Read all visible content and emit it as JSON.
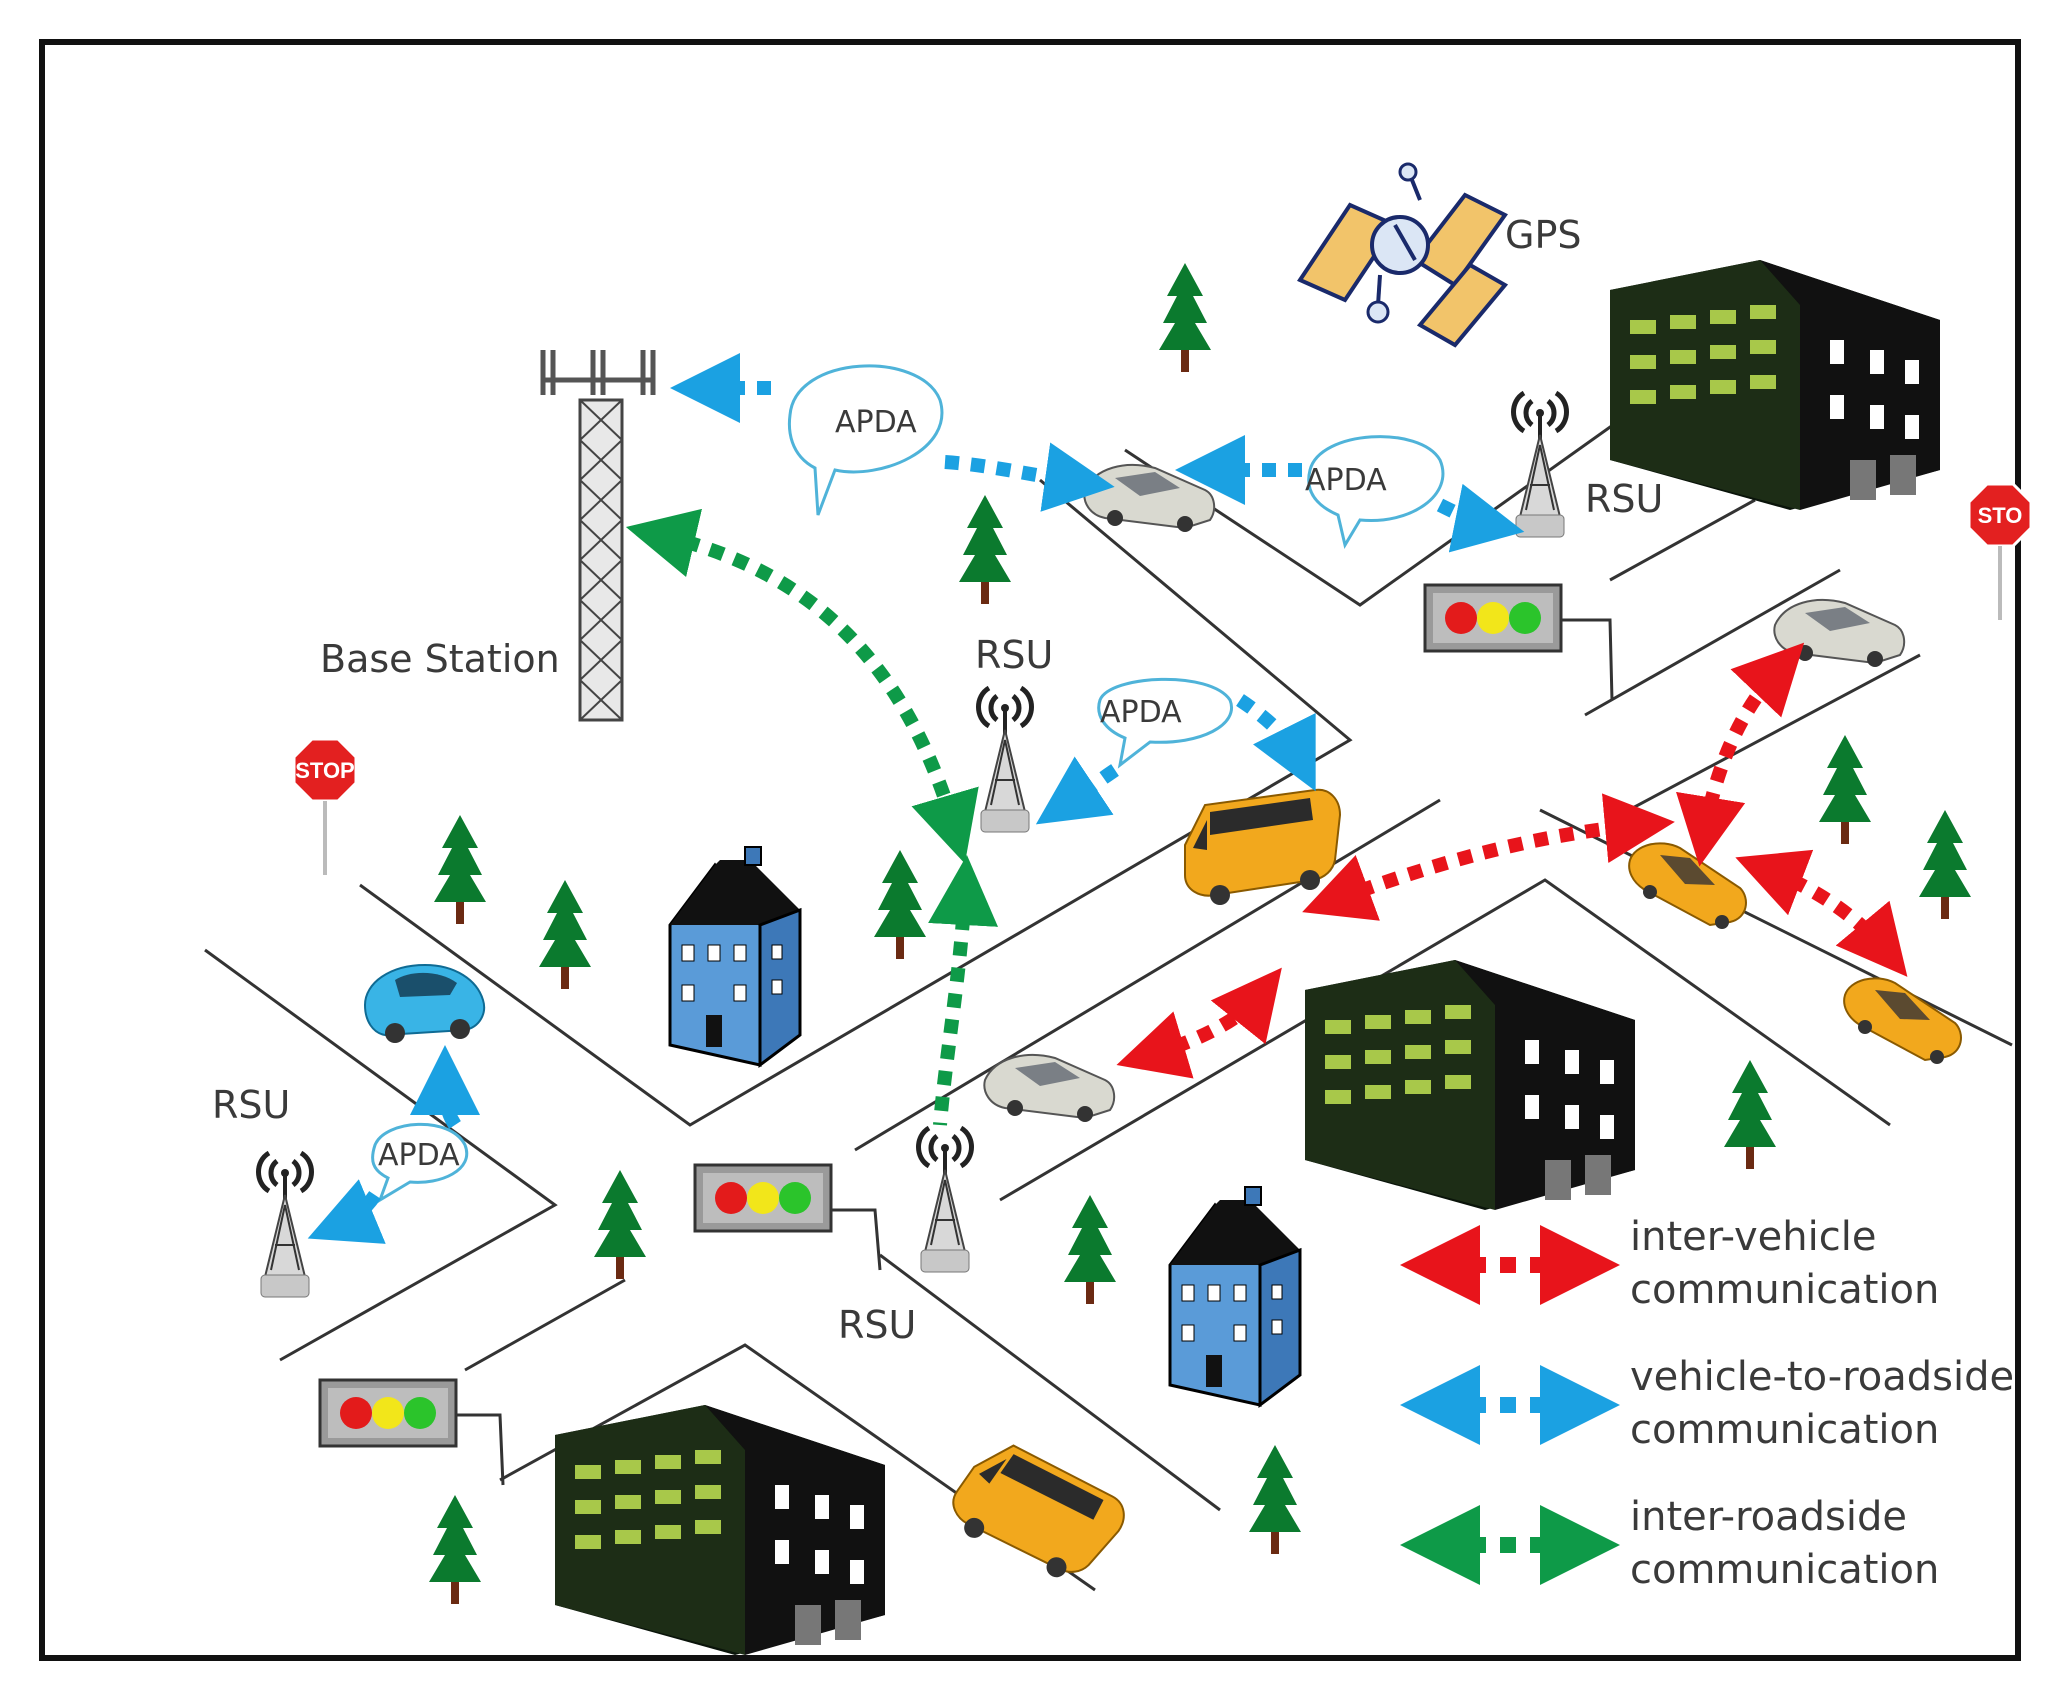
{
  "labels": {
    "base_station": "Base Station",
    "gps": "GPS",
    "rsu": "RSU",
    "apda": "APDA",
    "stop": "STOP",
    "stop_partial": "STO"
  },
  "legend": [
    {
      "line1": "inter-vehicle",
      "line2": "communication",
      "color": "#e8141b"
    },
    {
      "line1": "vehicle-to-roadside",
      "line2": "communication",
      "color": "#1ba1e2"
    },
    {
      "line1": "inter-roadside",
      "line2": "communication",
      "color": "#0e9a48"
    }
  ],
  "colors": {
    "inter_vehicle": "#e8141b",
    "vehicle_to_roadside": "#1ba1e2",
    "inter_roadside": "#0e9a48",
    "tree": "#0b7a2e",
    "building": "#0c1a0c",
    "house": "#5a9bd8",
    "bus": "#f2a81d"
  }
}
